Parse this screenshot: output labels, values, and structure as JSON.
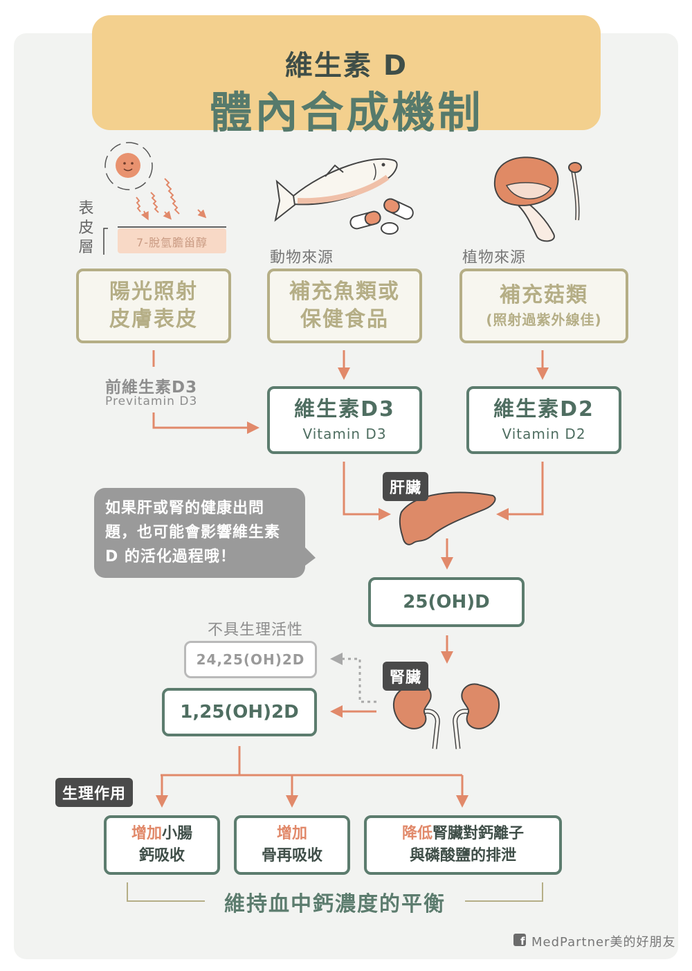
{
  "title": {
    "line1": "維生素 D",
    "line2": "體內合成機制"
  },
  "epidermis": {
    "side_label": "表皮層",
    "compound_label": "7-脫氫膽甾醇"
  },
  "sources": {
    "animal_label": "動物來源",
    "plant_label": "植物來源"
  },
  "boxes": {
    "sunlight": {
      "line1": "陽光照射",
      "line2": "皮膚表皮"
    },
    "fish": {
      "line1": "補充魚類或",
      "line2": "保健食品"
    },
    "mushroom": {
      "line1": "補充菇類",
      "line2": "(照射過紫外線佳)"
    },
    "d3": {
      "line1": "維生素D3",
      "line2": "Vitamin D3"
    },
    "d2": {
      "line1": "維生素D2",
      "line2": "Vitamin D2"
    },
    "oh_d": {
      "label": "25(OH)D"
    },
    "inactive": {
      "label": "24,25(OH)2D"
    },
    "active": {
      "label": "1,25(OH)2D"
    }
  },
  "previtamin": {
    "zh": "前維生素D3",
    "en": "Previtamin D3"
  },
  "organs": {
    "liver": "肝臟",
    "kidney": "腎臟"
  },
  "warning_bubble": "如果肝或腎的健康出問題，也可能會影響維生素 D 的活化過程哦！",
  "inactive_label": "不具生理活性",
  "effects": {
    "tag": "生理作用",
    "items": [
      {
        "accent": "增加",
        "rest1": "小腸",
        "line2": "鈣吸收"
      },
      {
        "accent": "增加",
        "rest1": "",
        "line2": "骨再吸收"
      },
      {
        "accent": "降低",
        "rest1": "腎臟對鈣離子",
        "line2": "與磷酸鹽的排泄"
      }
    ],
    "summary": "維持血中鈣濃度的平衡"
  },
  "footer": {
    "brand": "MedPartner美的好朋友",
    "icon": "facebook-icon"
  },
  "colors": {
    "banner": "#f3d08e",
    "green": "#5c7c6e",
    "olive": "#b5ae86",
    "arrow": "#e1896a",
    "organ": "#dd8a68"
  }
}
